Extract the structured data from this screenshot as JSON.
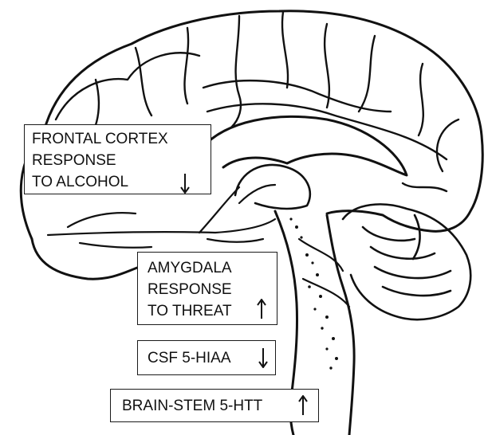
{
  "diagram": {
    "illustration": "sagittal brain line drawing",
    "labels": [
      {
        "lines": [
          "FRONTAL CORTEX",
          "RESPONSE",
          "TO ALCOHOL"
        ],
        "direction": "down"
      },
      {
        "lines": [
          "AMYGDALA",
          "RESPONSE",
          "TO THREAT"
        ],
        "direction": "up"
      },
      {
        "lines": [
          "CSF 5-HIAA"
        ],
        "direction": "down"
      },
      {
        "lines": [
          "BRAIN-STEM 5-HTT"
        ],
        "direction": "up"
      }
    ]
  }
}
